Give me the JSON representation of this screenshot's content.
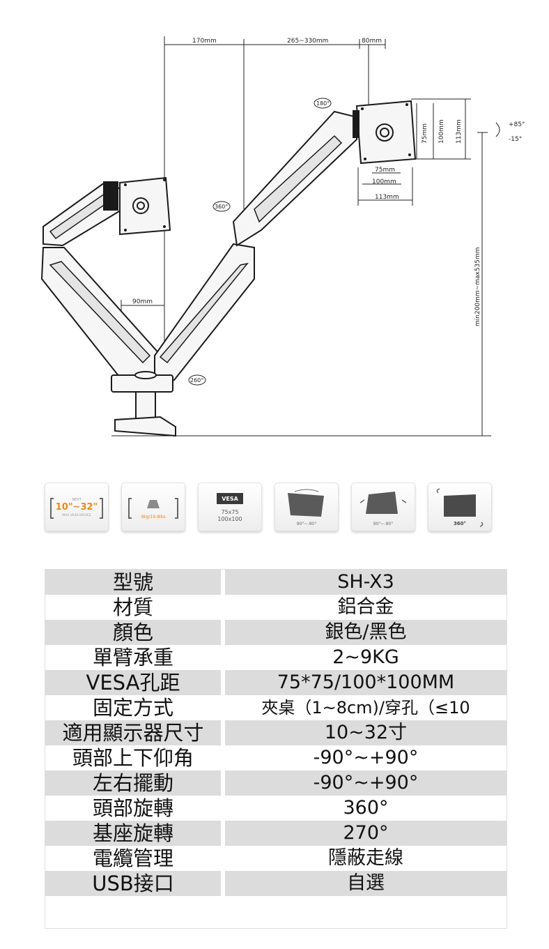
{
  "diagram": {
    "dims": {
      "d170": "170mm",
      "d265": "265~330mm",
      "d80": "80mm",
      "d180": "180°",
      "d360": "360°",
      "d90": "90mm",
      "d260": "260°",
      "d75v": "75mm",
      "d100v": "100mm",
      "d113v": "113mm",
      "d75h": "75mm",
      "d100h": "100mm",
      "d113h": "113mm",
      "tilt_up": "+85°",
      "tilt_down": "-15°",
      "height": "min200mm~max535mm"
    }
  },
  "icons": {
    "size_small": "NEXT",
    "size": "10\"~32\"",
    "size_sub": "MAX VESA DEVICE",
    "load": "9kg/19.8lbs",
    "vesa": "VESA",
    "vesa_a": "75x75",
    "vesa_b": "100x100",
    "tilt": "90°~-90°",
    "swivel": "90°~-90°",
    "rotate": "360°"
  },
  "spec": {
    "rows": [
      {
        "k": "型號",
        "v": "SH-X3"
      },
      {
        "k": "材質",
        "v": "鋁合金"
      },
      {
        "k": "顏色",
        "v": "銀色/黑色"
      },
      {
        "k": "單臂承重",
        "v": "2~9KG"
      },
      {
        "k": "VESA孔距",
        "v": "75*75/100*100MM"
      },
      {
        "k": "固定方式",
        "v": "夾桌（1~8cm)/穿孔（≤10"
      },
      {
        "k": "適用顯示器尺寸",
        "v": "10~32寸"
      },
      {
        "k": "頭部上下仰角",
        "v": "-90°~+90°"
      },
      {
        "k": "左右擺動",
        "v": "-90°~+90°"
      },
      {
        "k": "頭部旋轉",
        "v": "360°"
      },
      {
        "k": "基座旋轉",
        "v": "270°"
      },
      {
        "k": "電纜管理",
        "v": "隱蔽走線"
      },
      {
        "k": "USB接口",
        "v": "自選"
      }
    ]
  }
}
